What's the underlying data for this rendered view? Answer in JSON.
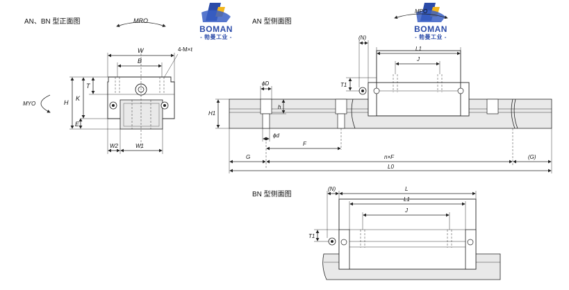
{
  "captions": {
    "front_view": "AN、BN 型正面图",
    "an_side_view": "AN 型侧面图",
    "bn_side_view": "BN 型侧面图"
  },
  "watermark": {
    "brand_en": "BOMAN",
    "brand_cn": "- 勃曼工业 -",
    "brand_color": "#2a4aa8",
    "accent_color": "#f2b51c"
  },
  "front_labels": {
    "moment_ro": "MRO",
    "moment_yo": "MYO",
    "W": "W",
    "B": "B",
    "thread": "4-M×ℓ",
    "H": "H",
    "K": "K",
    "T": "T",
    "E": "E",
    "W2": "W2",
    "W1": "W1"
  },
  "an_labels": {
    "moment_po": "MPO",
    "N": "(N)",
    "L1": "L1",
    "J": "J",
    "T1": "T1",
    "phiD": "ϕD",
    "h": "h",
    "H1": "H1",
    "phid": "ϕd",
    "F": "F",
    "G": "G",
    "nxF": "n×F",
    "G_paren": "(G)",
    "L0": "L0"
  },
  "bn_labels": {
    "N": "(N)",
    "L": "L",
    "L1": "L1",
    "J": "J",
    "T1": "T1"
  }
}
